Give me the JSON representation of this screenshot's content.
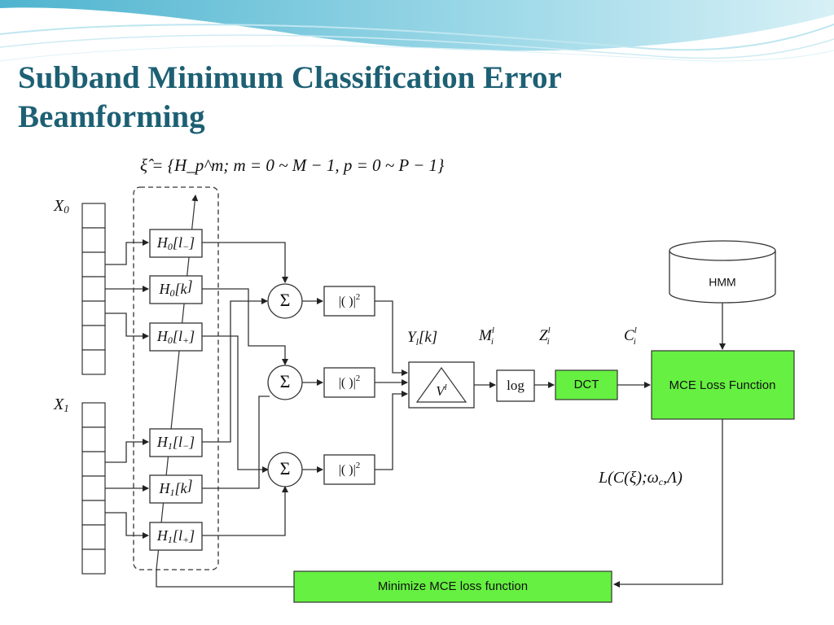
{
  "slide": {
    "title_line1": "Subband Minimum Classification Error",
    "title_line2": "Beamforming"
  },
  "diagram": {
    "xi_formula": "ξ̂ = {H_p^m; m = 0 ~ M − 1, p = 0 ~ P − 1}",
    "inputs": {
      "x0": "X",
      "x0_sub": "0",
      "x1": "X",
      "x1_sub": "1"
    },
    "filters": [
      {
        "main": "H",
        "sub": "0",
        "arg": "l",
        "argsub": "−"
      },
      {
        "main": "H",
        "sub": "0",
        "arg": "k",
        "argsub": ""
      },
      {
        "main": "H",
        "sub": "0",
        "arg": "l",
        "argsub": "+"
      },
      {
        "main": "H",
        "sub": "1",
        "arg": "l",
        "argsub": "−"
      },
      {
        "main": "H",
        "sub": "1",
        "arg": "k",
        "argsub": ""
      },
      {
        "main": "H",
        "sub": "1",
        "arg": "l",
        "argsub": "+"
      }
    ],
    "sum_symbol": "Σ",
    "power_label": "|( )|",
    "power_exp": "2",
    "mel_filter": "V",
    "mel_sup": "l",
    "log_label": "log",
    "dct_label": "DCT",
    "mce_label": "MCE Loss Function",
    "hmm_label": "HMM",
    "minimize_label": "Minimize MCE loss function",
    "signal_y": "Y",
    "signal_y_sub": "l",
    "signal_y_arg": "[k]",
    "signal_m": "M",
    "signal_z": "Z",
    "signal_c": "C",
    "signal_sup": "l",
    "signal_sub": "i",
    "loss_formula": "L(C(ξ);ω",
    "loss_sub": "c",
    "loss_tail": ",Λ)",
    "colors": {
      "title": "#1d6074",
      "green": "#66f041",
      "wave": "#7cc9dc"
    }
  }
}
